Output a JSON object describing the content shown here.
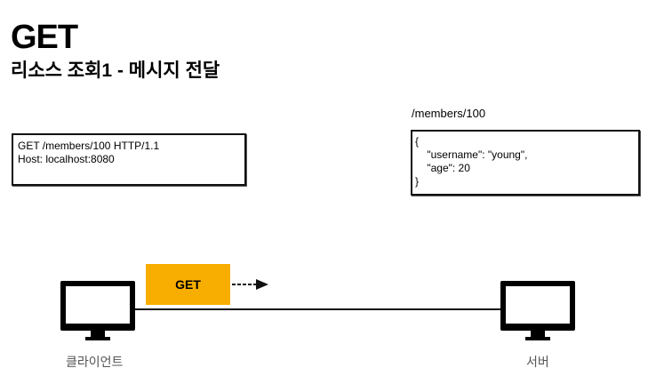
{
  "header": {
    "title": "GET",
    "subtitle": "리소스 조회1 - 메시지 전달"
  },
  "request": {
    "lines": [
      "GET /members/100 HTTP/1.1",
      "Host: localhost:8080"
    ]
  },
  "resource": {
    "path": "/members/100",
    "json_lines": [
      "{",
      "    \"username\": \"young\",",
      "    \"age\": 20",
      "}"
    ]
  },
  "flow": {
    "method_badge": "GET",
    "badge_color": "#f8ae00"
  },
  "nodes": {
    "client_label": "클라이언트",
    "server_label": "서버"
  }
}
